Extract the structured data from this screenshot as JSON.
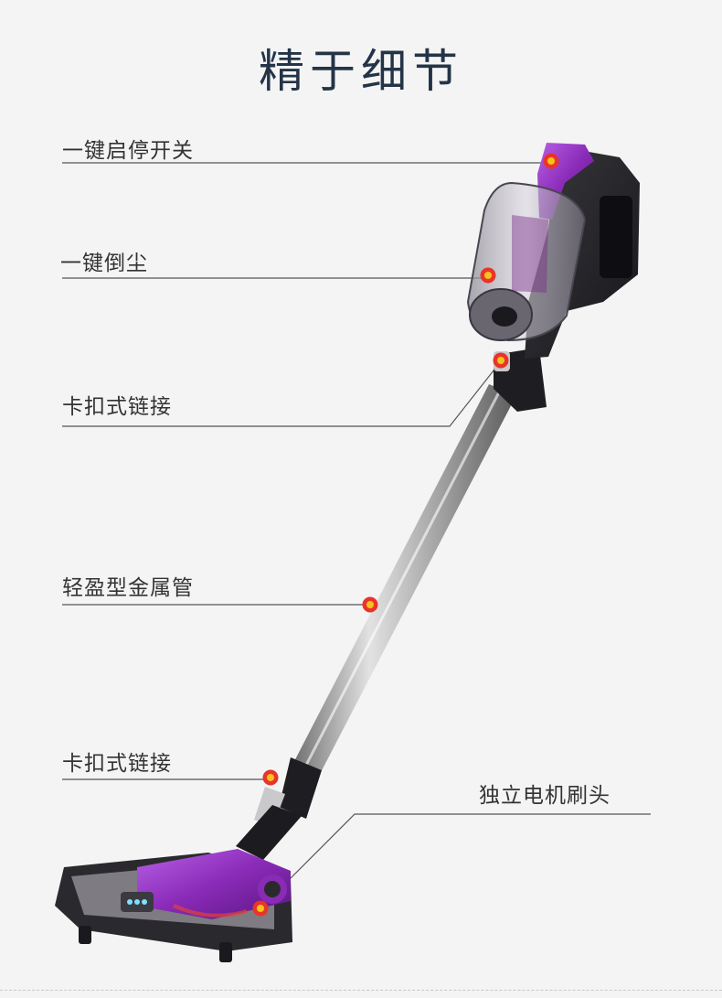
{
  "title": "精于细节",
  "callouts": [
    {
      "id": "power-switch",
      "label": "一键启停开关"
    },
    {
      "id": "dust-release",
      "label": "一键倒尘"
    },
    {
      "id": "clip-connector-upper",
      "label": "卡扣式链接"
    },
    {
      "id": "metal-tube",
      "label": "轻盈型金属管"
    },
    {
      "id": "clip-connector-lower",
      "label": "卡扣式链接"
    },
    {
      "id": "motor-brush-head",
      "label": "独立电机刷头"
    }
  ],
  "colors": {
    "background": "#f4f4f4",
    "title": "#243448",
    "accent_purple": "#8a2bb8",
    "marker_red": "#e8342a",
    "marker_yellow": "#f6c21c"
  }
}
